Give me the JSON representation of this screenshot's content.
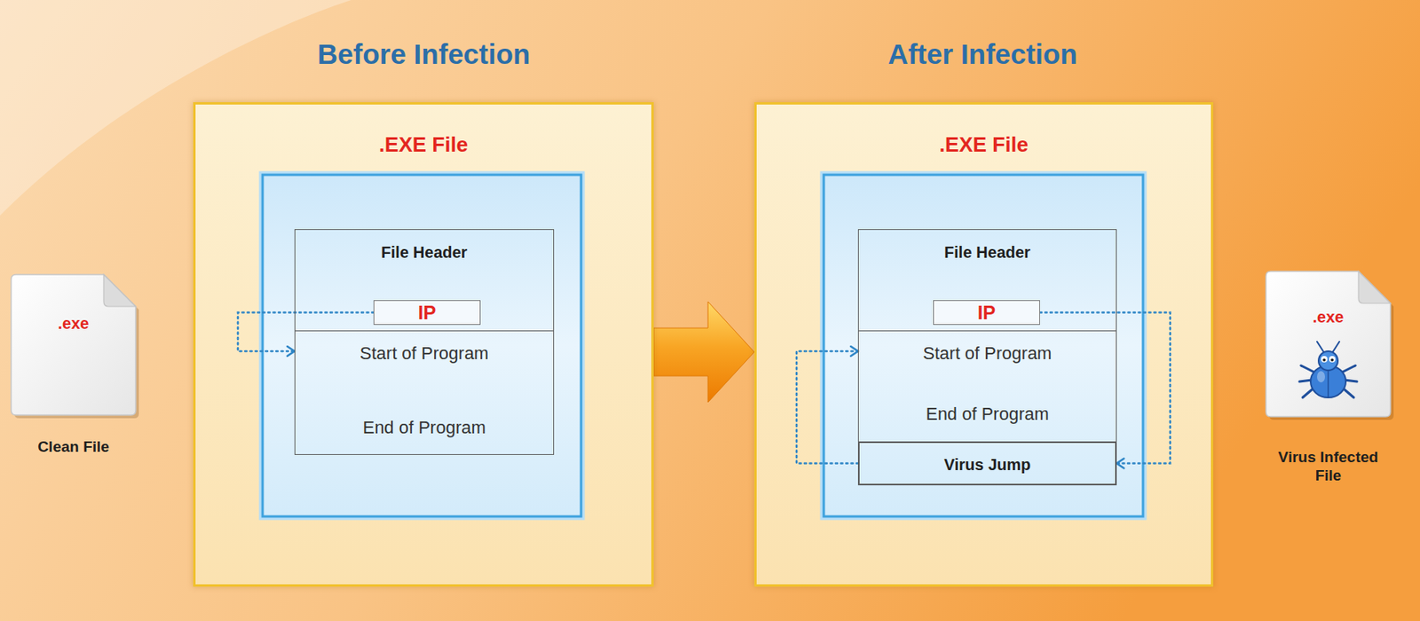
{
  "diagram": {
    "nodes": [
      {
        "text": [
          ".exe",
          "Clean File"
        ]
      },
      {
        "text": [
          ".EXE File"
        ]
      },
      {
        "text": [
          "File Header"
        ],
        "in": 1
      },
      {
        "text": [
          "IP"
        ],
        "in": 2
      },
      {
        "text": [
          "Start of Program",
          "End of Program"
        ],
        "in": 1
      },
      {
        "text": [
          ".EXE File"
        ]
      },
      {
        "text": [
          "File Header"
        ],
        "in": 5
      },
      {
        "text": [
          "IP"
        ],
        "in": 6
      },
      {
        "text": [
          "Start of Program",
          "End of Program"
        ],
        "in": 5
      },
      {
        "text": [
          "Virus Jump"
        ],
        "in": 5
      },
      {
        "text": [
          ".exe",
          "Virus Infected File"
        ]
      }
    ],
    "edges": [
      {
        "from": 3,
        "to": 4,
        "arrow": "to"
      },
      {
        "from": 1,
        "to": 5,
        "arrow": "to"
      },
      {
        "from": 7,
        "to": 9,
        "arrow": "to"
      },
      {
        "from": 9,
        "to": 8,
        "arrow": "to"
      }
    ],
    "labels": [
      "Before Infection",
      "After Infection"
    ]
  }
}
